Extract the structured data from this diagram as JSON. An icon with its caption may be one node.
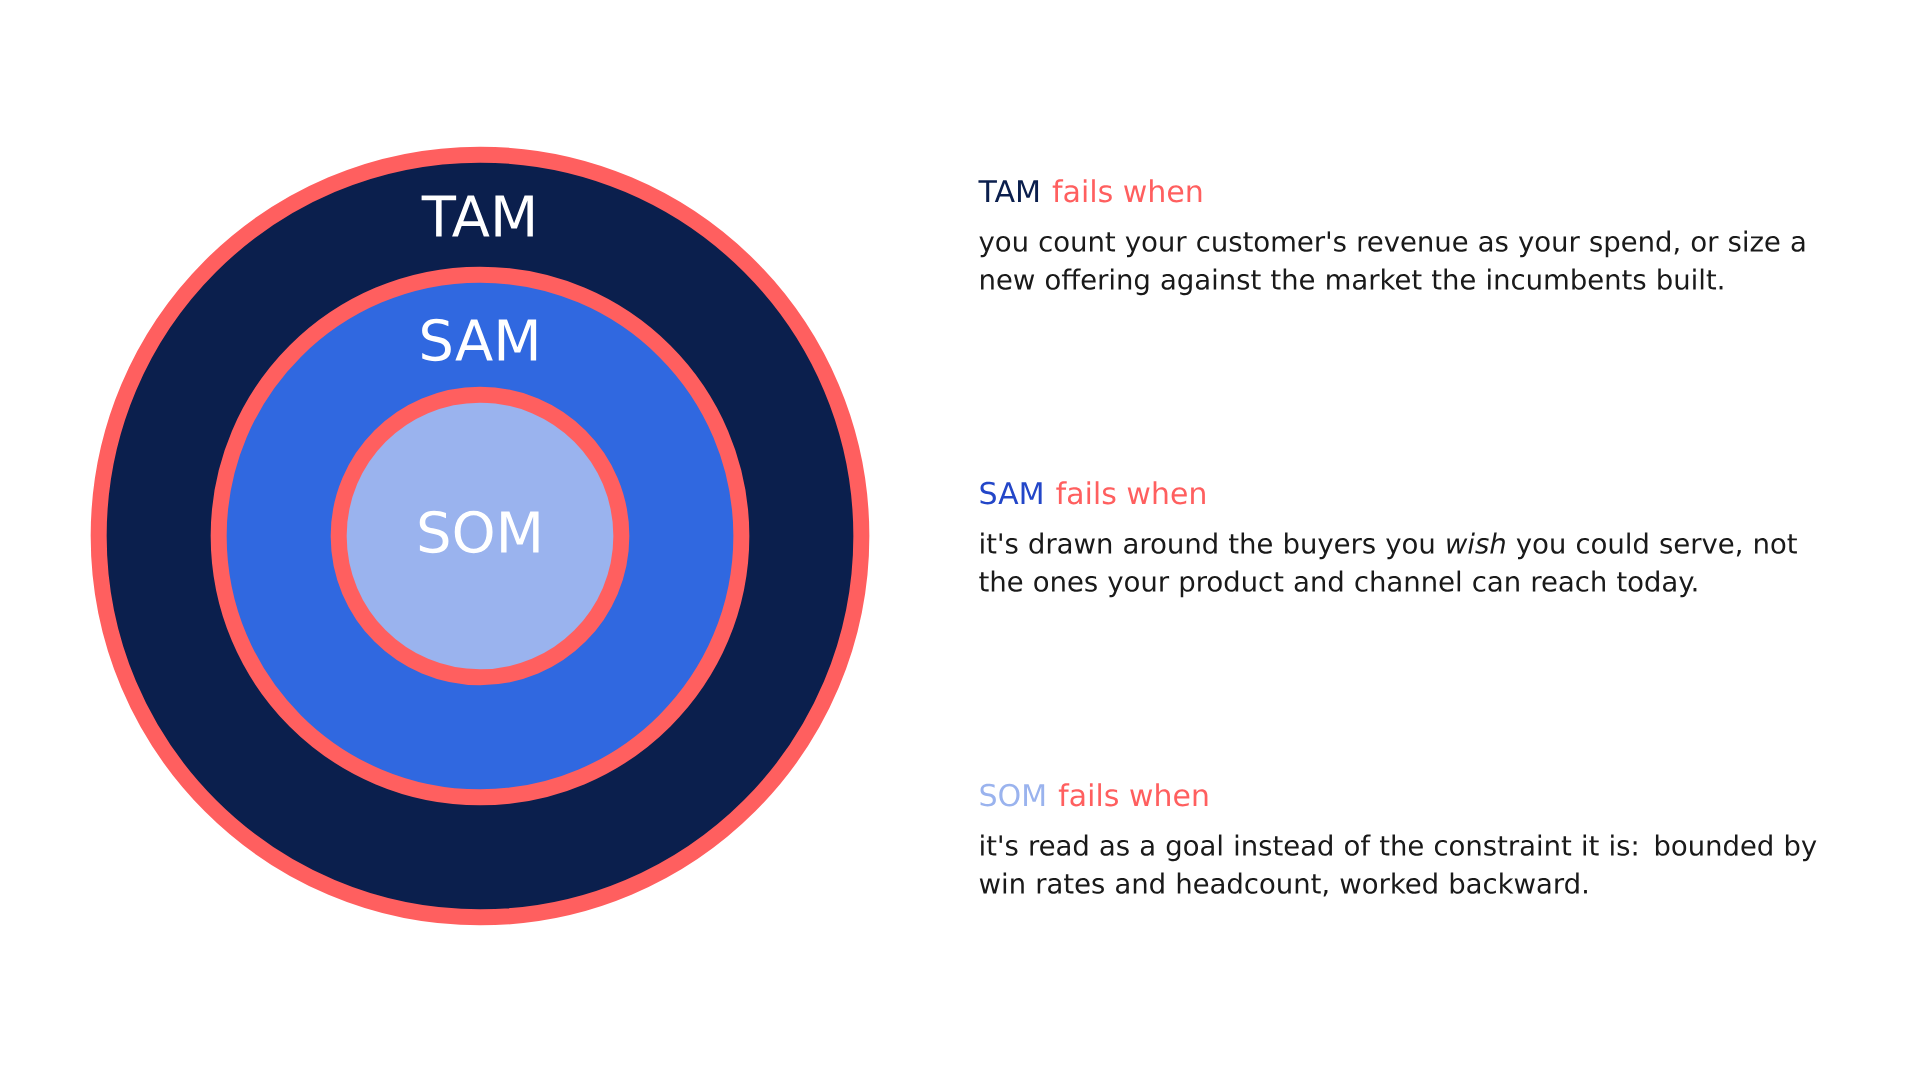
{
  "diagram": {
    "nodes": [
      {
        "text": [
          "TAM"
        ]
      },
      {
        "text": [
          "SAM"
        ],
        "in": 0
      },
      {
        "text": [
          "SOM"
        ],
        "in": 1
      }
    ],
    "labels": [
      "TAM",
      "fails when",
      "you count your customer's revenue as your spend, or size a new offering against the market the incumbents built.",
      "SAM",
      "fails when",
      "it's drawn around the buyers you *wish* you could serve, not the ones your product and channel can reach today.",
      "SOM",
      "fails when",
      "it's read as a goal instead of the constraint it is: bounded by win rates and headcount, worked backward."
    ]
  }
}
